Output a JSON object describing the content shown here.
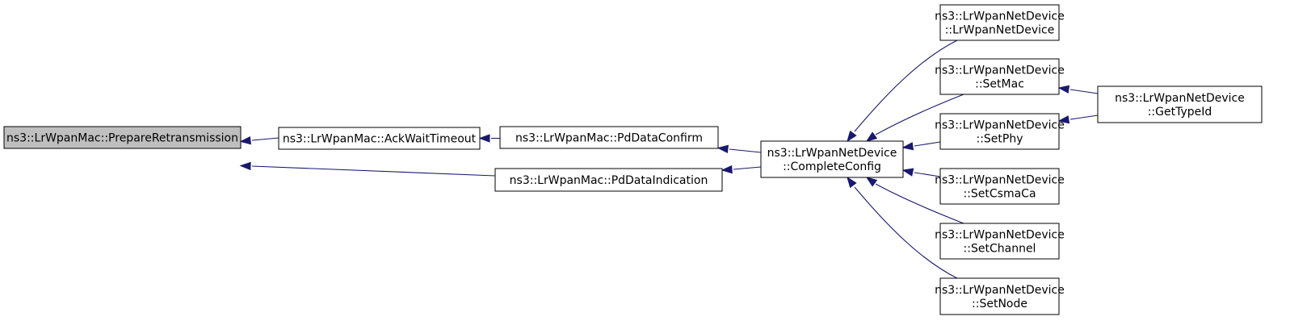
{
  "diagram": {
    "type": "call-graph",
    "colors": {
      "edge": "#191970",
      "root_fill": "#bfbfbf",
      "node_fill": "#ffffff",
      "border": "#000000"
    },
    "nodes": [
      {
        "id": "prepare",
        "lines": [
          "ns3::LrWpanMac::PrepareRetransmission"
        ],
        "root": true
      },
      {
        "id": "ackwait",
        "lines": [
          "ns3::LrWpanMac::AckWaitTimeout"
        ]
      },
      {
        "id": "pdconfirm",
        "lines": [
          "ns3::LrWpanMac::PdDataConfirm"
        ]
      },
      {
        "id": "pdindication",
        "lines": [
          "ns3::LrWpanMac::PdDataIndication"
        ]
      },
      {
        "id": "completeconfig",
        "lines": [
          "ns3::LrWpanNetDevice",
          "::CompleteConfig"
        ]
      },
      {
        "id": "ctor",
        "lines": [
          "ns3::LrWpanNetDevice",
          "::LrWpanNetDevice"
        ]
      },
      {
        "id": "setmac",
        "lines": [
          "ns3::LrWpanNetDevice",
          "::SetMac"
        ]
      },
      {
        "id": "setphy",
        "lines": [
          "ns3::LrWpanNetDevice",
          "::SetPhy"
        ]
      },
      {
        "id": "setcsmaca",
        "lines": [
          "ns3::LrWpanNetDevice",
          "::SetCsmaCa"
        ]
      },
      {
        "id": "setchannel",
        "lines": [
          "ns3::LrWpanNetDevice",
          "::SetChannel"
        ]
      },
      {
        "id": "setnode",
        "lines": [
          "ns3::LrWpanNetDevice",
          "::SetNode"
        ]
      },
      {
        "id": "gettypeid",
        "lines": [
          "ns3::LrWpanNetDevice",
          "::GetTypeId"
        ]
      }
    ],
    "edges": [
      {
        "from": "ackwait",
        "to": "prepare"
      },
      {
        "from": "pdindication",
        "to": "prepare"
      },
      {
        "from": "pdconfirm",
        "to": "ackwait"
      },
      {
        "from": "completeconfig",
        "to": "pdconfirm"
      },
      {
        "from": "completeconfig",
        "to": "pdindication"
      },
      {
        "from": "ctor",
        "to": "completeconfig"
      },
      {
        "from": "setmac",
        "to": "completeconfig"
      },
      {
        "from": "setphy",
        "to": "completeconfig"
      },
      {
        "from": "setcsmaca",
        "to": "completeconfig"
      },
      {
        "from": "setchannel",
        "to": "completeconfig"
      },
      {
        "from": "setnode",
        "to": "completeconfig"
      },
      {
        "from": "gettypeid",
        "to": "setmac"
      },
      {
        "from": "gettypeid",
        "to": "setphy"
      }
    ]
  }
}
